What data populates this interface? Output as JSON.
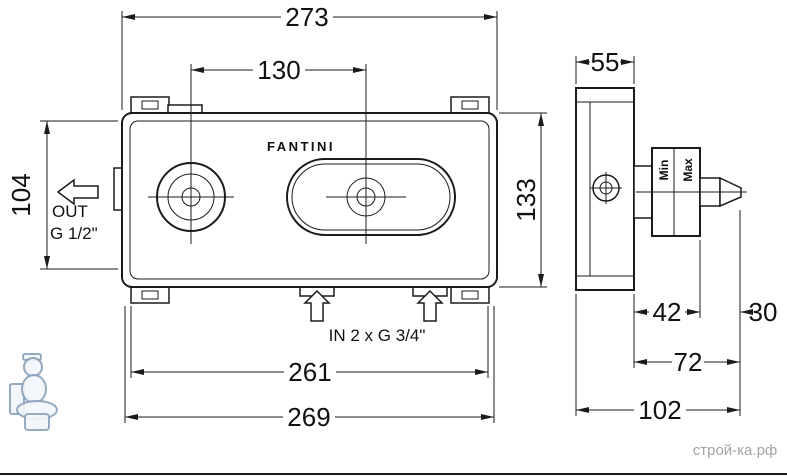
{
  "front_view": {
    "brand": "FANTINI",
    "out": {
      "line1": "OUT",
      "line2": "G 1/2\""
    },
    "in_label": "IN 2 x G 3/4\"",
    "dims": {
      "overall_width": "273",
      "center_distance": "130",
      "height": "133",
      "inner_height": "104",
      "body_width": "261",
      "plate_width": "269"
    }
  },
  "side_view": {
    "labels": {
      "min": "Min",
      "max": "Max"
    },
    "dims": {
      "depth": "55",
      "cartridge_projection": "42",
      "spout_projection": "30",
      "total_projection": "72",
      "total_depth": "102"
    }
  },
  "watermark": {
    "text": "строй-ка.рф"
  }
}
